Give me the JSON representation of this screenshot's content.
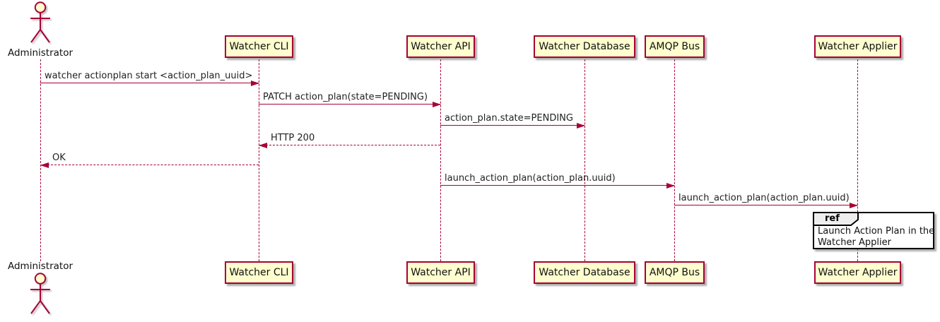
{
  "diagram": {
    "type": "plantuml-sequence",
    "colors": {
      "participant_fill": "#FEFECE",
      "participant_border": "#A80036",
      "line_color": "#A80036",
      "text_color": "#111111",
      "ref_fill": "#FFFFFF",
      "ref_border": "#000000",
      "ref_tab_fill": "#EEEEEE"
    },
    "actor": {
      "name": "Administrator"
    },
    "participants": [
      {
        "name": "Watcher CLI"
      },
      {
        "name": "Watcher API"
      },
      {
        "name": "Watcher Database"
      },
      {
        "name": "AMQP Bus"
      },
      {
        "name": "Watcher Applier"
      }
    ],
    "messages": [
      {
        "from": "Administrator",
        "to": "Watcher CLI",
        "label": "watcher actionplan start <action_plan_uuid>",
        "style": "solid",
        "direction": "right"
      },
      {
        "from": "Watcher CLI",
        "to": "Watcher API",
        "label": "PATCH action_plan(state=PENDING)",
        "style": "solid",
        "direction": "right"
      },
      {
        "from": "Watcher API",
        "to": "Watcher Database",
        "label": "action_plan.state=PENDING",
        "style": "solid",
        "direction": "right"
      },
      {
        "from": "Watcher API",
        "to": "Watcher CLI",
        "label": "HTTP 200",
        "style": "dashed",
        "direction": "left"
      },
      {
        "from": "Watcher CLI",
        "to": "Administrator",
        "label": "OK",
        "style": "dashed",
        "direction": "left"
      },
      {
        "from": "Watcher API",
        "to": "AMQP Bus",
        "label": "launch_action_plan(action_plan.uuid)",
        "style": "solid",
        "direction": "right"
      },
      {
        "from": "AMQP Bus",
        "to": "Watcher Applier",
        "label": "launch_action_plan(action_plan.uuid)",
        "style": "solid",
        "direction": "right"
      }
    ],
    "ref": {
      "keyword": "ref",
      "over": "Watcher Applier",
      "line1": "Launch Action Plan in the",
      "line2": "Watcher Applier"
    }
  }
}
